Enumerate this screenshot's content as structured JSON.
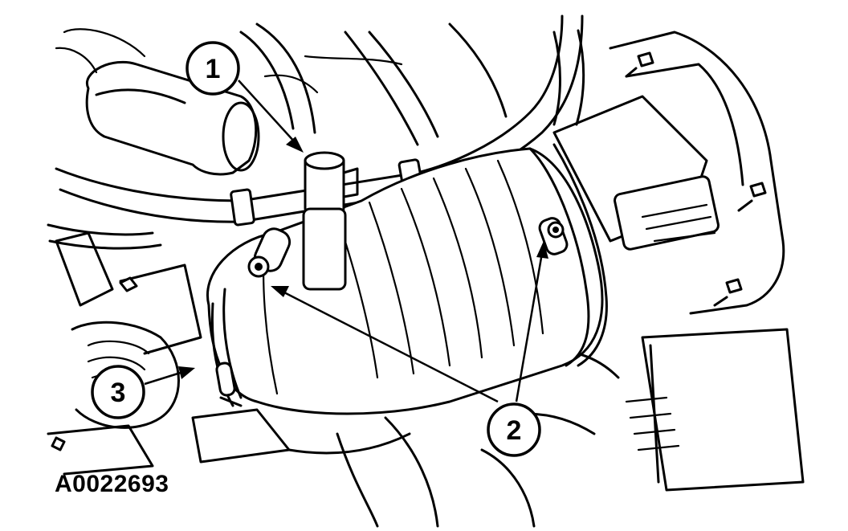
{
  "figure": {
    "code": "A0022693"
  },
  "callouts": [
    {
      "id": "1",
      "label": "1"
    },
    {
      "id": "2",
      "label": "2"
    },
    {
      "id": "3",
      "label": "3"
    }
  ],
  "colors": {
    "line": "#000000",
    "background": "#ffffff"
  }
}
